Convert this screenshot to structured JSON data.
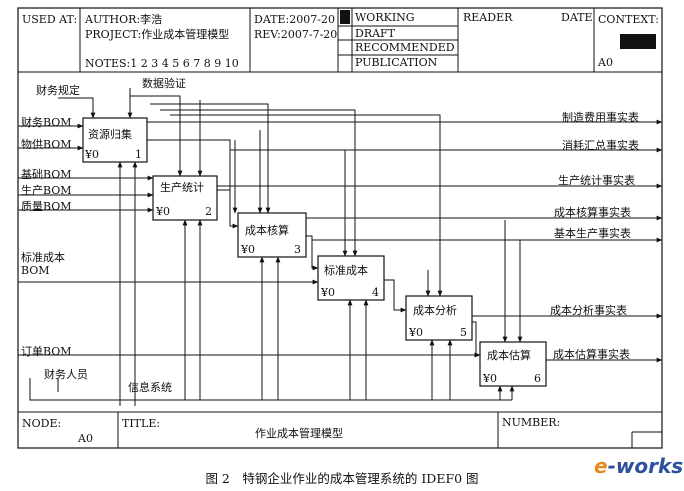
{
  "header": {
    "used_at": "USED AT:",
    "author": "AUTHOR:李浩",
    "project": "PROJECT:作业成本管理模型",
    "notes": "NOTES:1 2 3 4 5 6 7 8 9 10",
    "date": "DATE:2007-20",
    "rev": "REV:2007-7-20",
    "status": [
      "WORKING",
      "DRAFT",
      "RECOMMENDED",
      "PUBLICATION"
    ],
    "reader": "READER",
    "reader_date": "DATE",
    "context": "CONTEXT:",
    "context_node": "A0"
  },
  "boxes": [
    {
      "label": "资源归集",
      "cost": "¥0",
      "num": "1"
    },
    {
      "label": "生产统计",
      "cost": "¥0",
      "num": "2"
    },
    {
      "label": "成本核算",
      "cost": "¥0",
      "num": "3"
    },
    {
      "label": "标准成本",
      "cost": "¥0",
      "num": "4"
    },
    {
      "label": "成本分析",
      "cost": "¥0",
      "num": "5"
    },
    {
      "label": "成本估算",
      "cost": "¥0",
      "num": "6"
    }
  ],
  "inputs": {
    "caiwu_bom": "财务BOM",
    "wugong_bom": "物供BOM",
    "jichu_bom": "基础BOM",
    "shengchan_bom": "生产BOM",
    "zhiliang_bom": "质量BOM",
    "biaozhun_1": "标准成本",
    "biaozhun_2": "BOM",
    "dingdan_bom": "订单BOM"
  },
  "controls": {
    "caiwu_guiding": "财务规定",
    "shuju_yanzheng": "数据验证"
  },
  "mechanisms": {
    "caiwu_renyuan": "财务人员",
    "xinxi_xitong": "信息系统"
  },
  "outputs": [
    "制造费用事实表",
    "消耗汇总事实表",
    "生产统计事实表",
    "成本核算事实表",
    "基本生产事实表",
    "成本分析事实表",
    "成本估算事实表"
  ],
  "footer": {
    "node_label": "NODE:",
    "node_value": "A0",
    "title_label": "TITLE:",
    "title_value": "作业成本管理模型",
    "number_label": "NUMBER:"
  },
  "caption": "图 2　特钢企业作业的成本管理系统的 IDEF0 图",
  "logo": {
    "prefix": "e",
    "suffix": "-works"
  }
}
